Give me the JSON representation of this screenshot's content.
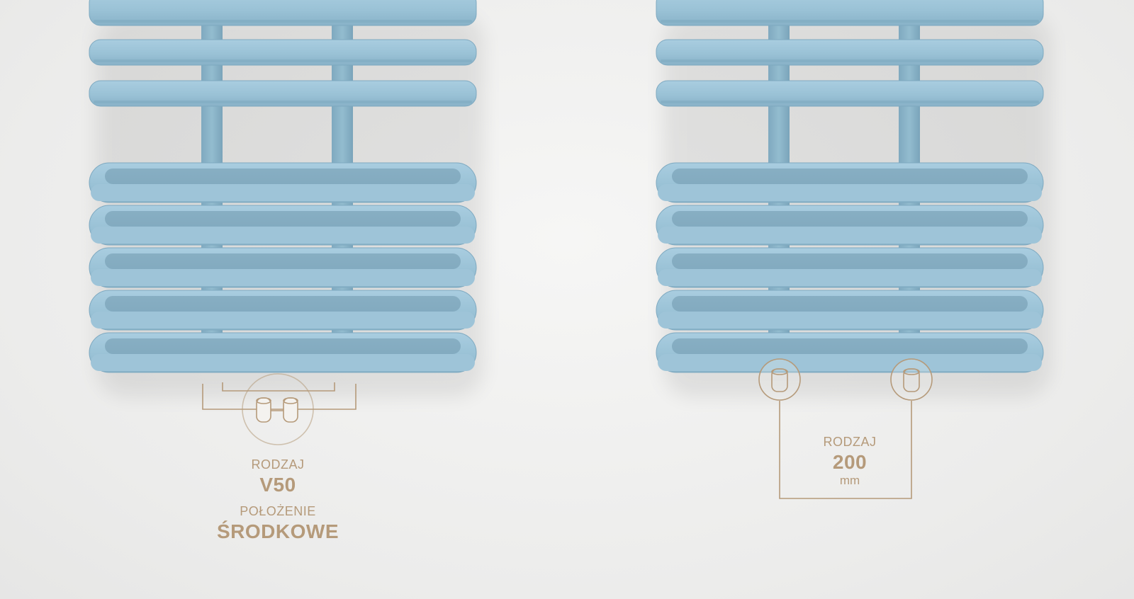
{
  "colors": {
    "radiator_fill": "#9ec4d8",
    "radiator_shade": "#7ea9c0",
    "radiator_dark": "#6f98ad",
    "accent": "#b59a7a",
    "background": "#efefee"
  },
  "left_connection": {
    "icon": "valve-pair-icon",
    "type_caption": "RODZAJ",
    "type_value": "V50",
    "position_caption": "POŁOŻENIE",
    "position_value": "ŚRODKOWE"
  },
  "right_connection": {
    "icon": "valve-icon",
    "type_caption": "RODZAJ",
    "spacing_value": "200",
    "unit": "mm"
  }
}
